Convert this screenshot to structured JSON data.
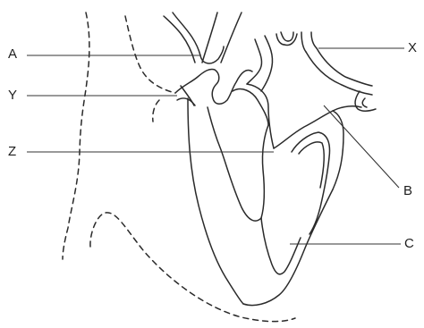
{
  "labels": {
    "A": "A",
    "Y": "Y",
    "Z": "Z",
    "X": "X",
    "B": "B",
    "C": "C"
  },
  "colors": {
    "ink": "#2a2a2a",
    "background": "#ffffff"
  }
}
